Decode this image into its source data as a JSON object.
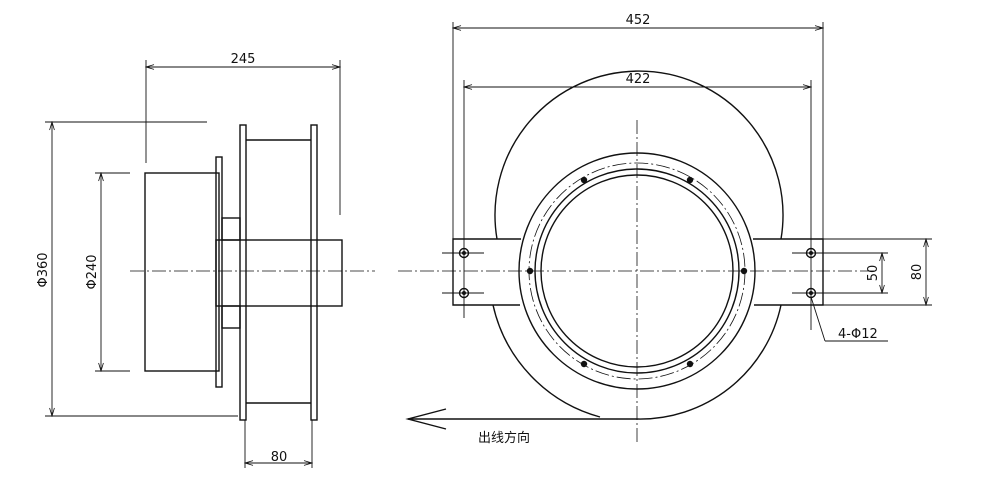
{
  "dimensions": {
    "side_width": "245",
    "outer_diameter": "Φ360",
    "inner_diameter": "Φ240",
    "drum_width": "80",
    "overall_width": "452",
    "hole_spacing": "422",
    "bracket_hole_spacing": "50",
    "bracket_height": "80",
    "hole_callout": "4-Φ12"
  },
  "labels": {
    "cable_direction": "出线方向"
  },
  "colors": {
    "line": "#111111",
    "background": "#ffffff"
  }
}
